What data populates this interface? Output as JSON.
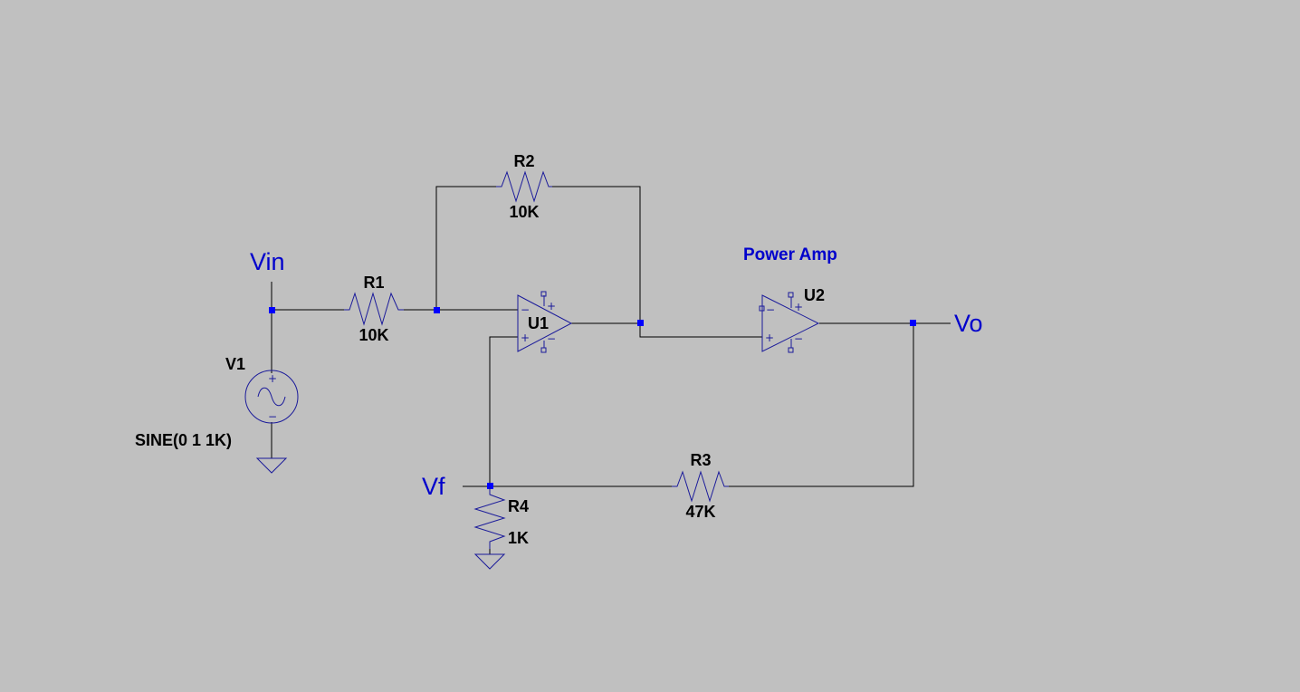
{
  "net_labels": {
    "vin": "Vin",
    "vo": "Vo",
    "vf": "Vf"
  },
  "comment": "Power Amp",
  "components": {
    "r1": {
      "ref": "R1",
      "value": "10K"
    },
    "r2": {
      "ref": "R2",
      "value": "10K"
    },
    "r3": {
      "ref": "R3",
      "value": "47K"
    },
    "r4": {
      "ref": "R4",
      "value": "1K"
    },
    "v1": {
      "ref": "V1",
      "value": "SINE(0 1 1K)"
    },
    "u1": {
      "ref": "U1"
    },
    "u2": {
      "ref": "U2"
    }
  },
  "polarity": {
    "plus": "+",
    "minus": "−"
  },
  "colors": {
    "background": "#c0c0c0",
    "wire": "#000000",
    "symbol": "#1a1a9a",
    "junction": "#0000ff",
    "label": "#0000cc"
  }
}
